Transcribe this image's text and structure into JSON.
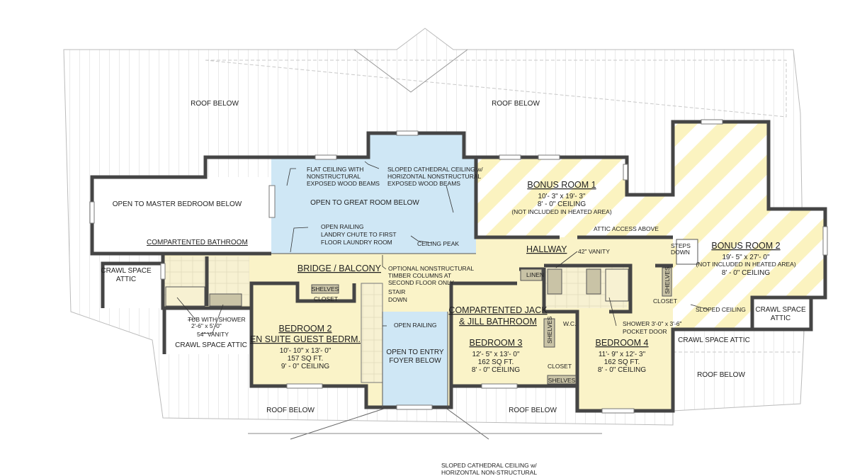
{
  "colors": {
    "heated_floor": "#faf3c8",
    "open_below": "#cfe7f5",
    "bonus_stripes": "#fbf3c0",
    "walls": "#454545",
    "roof_lines": "#d6d6d6",
    "fixtures": "#c9c3a6"
  },
  "roof": {
    "left": "ROOF BELOW",
    "center": "ROOF BELOW",
    "bottom_left": "ROOF BELOW",
    "bottom_center": "ROOF BELOW",
    "bottom_right": "ROOF BELOW"
  },
  "open_master": "OPEN TO MASTER BEDROOM BELOW",
  "great_room": {
    "label": "OPEN TO GREAT ROOM BELOW",
    "flat_ceiling": [
      "FLAT CEILING WITH",
      "NONSTRUCTURAL",
      "EXPOSED WOOD BEAMS"
    ],
    "sloped_ceiling": [
      "SLOPED CATHEDRAL  CEILING w/",
      "HORIZONTAL NONSTRUCTURAL",
      "EXPOSED WOOD BEAMS"
    ],
    "open_railing": "OPEN RAILING",
    "laundry_chute": [
      "LANDRY CHUTE TO FIRST",
      "FLOOR LAUNDRY ROOM"
    ],
    "ceiling_peak": "CEILING PEAK"
  },
  "bridge": {
    "label": "BRIDGE / BALCONY",
    "columns_note": [
      "OPTIONAL NONSTRUCTURAL",
      "TIMBER COLUMNS AT",
      "SECOND FLOOR ONLY"
    ],
    "stair": [
      "STAIR",
      "DOWN"
    ],
    "open_railing": "OPEN RAILING"
  },
  "foyer": [
    "OPEN TO ENTRY",
    "FOYER BELOW"
  ],
  "compartented_bath": {
    "label": "COMPARTENTED BATHROOM",
    "tub": [
      "TUB WITH SHOWER",
      "2'-6\" x 5'-0\""
    ],
    "vanity": "54\" VANITY"
  },
  "crawl_left": [
    "CRAWL SPACE",
    "ATTIC"
  ],
  "crawl_bottom_left": "CRAWL SPACE ATTIC",
  "crawl_right_bottom": "CRAWL SPACE ATTIC",
  "crawl_right": [
    "CRAWL SPACE",
    "ATTIC"
  ],
  "bedroom2": {
    "title": [
      "BEDROOM 2",
      "EN SUITE GUEST BEDRM."
    ],
    "size": "10'- 10\" x 13'- 0\"",
    "area": "157 SQ FT.",
    "ceiling": "9' - 0\" CEILING",
    "shelves": "SHELVES",
    "closet": "CLOSET"
  },
  "bedroom3": {
    "title": "BEDROOM 3",
    "size": "12'- 5\" x 13'- 0\"",
    "area": "162 SQ FT.",
    "ceiling": "8' - 0\" CEILING",
    "closet": "CLOSET",
    "shelves": "SHELVES"
  },
  "bedroom4": {
    "title": "BEDROOM 4",
    "size": "11'- 9\" x 12'- 3\"",
    "area": "162 SQ FT.",
    "ceiling": "8' - 0\" CEILING",
    "closet": "CLOSET",
    "shelves": "SHELVES"
  },
  "jack_jill": {
    "label": [
      "COMPARTENTED JACK",
      "& JILL BATHROOM"
    ],
    "vanity": "42\" VANITY",
    "wc": "W.C.",
    "shelves": "SHELVES",
    "shower": "SHOWER 3'-0\" x 3'-6\"",
    "pocket_door": "POCKET DOOR"
  },
  "hallway": {
    "label": "HALLWAY",
    "linen": "LINEN",
    "attic_access": "ATTIC ACCESS ABOVE",
    "steps": [
      "STEPS",
      "DOWN"
    ]
  },
  "bonus1": {
    "title": "BONUS ROOM 1",
    "size": "10'- 3\" x 19'- 3\"",
    "ceiling": "8' - 0\" CEILING",
    "note": "(NOT INCLUDED IN HEATED AREA)"
  },
  "bonus2": {
    "title": "BONUS ROOM 2",
    "size": "19'- 5\" x 27'- 0\"",
    "note": "(NOT INCLUDED IN HEATED AREA)",
    "ceiling": "8' - 0\" CEILING",
    "sloped": "SLOPED CEILING"
  },
  "foyer_sloped": [
    "SLOPED CATHEDRAL  CEILING w/",
    "HORIZONTAL NON-STRUCTURAL"
  ]
}
